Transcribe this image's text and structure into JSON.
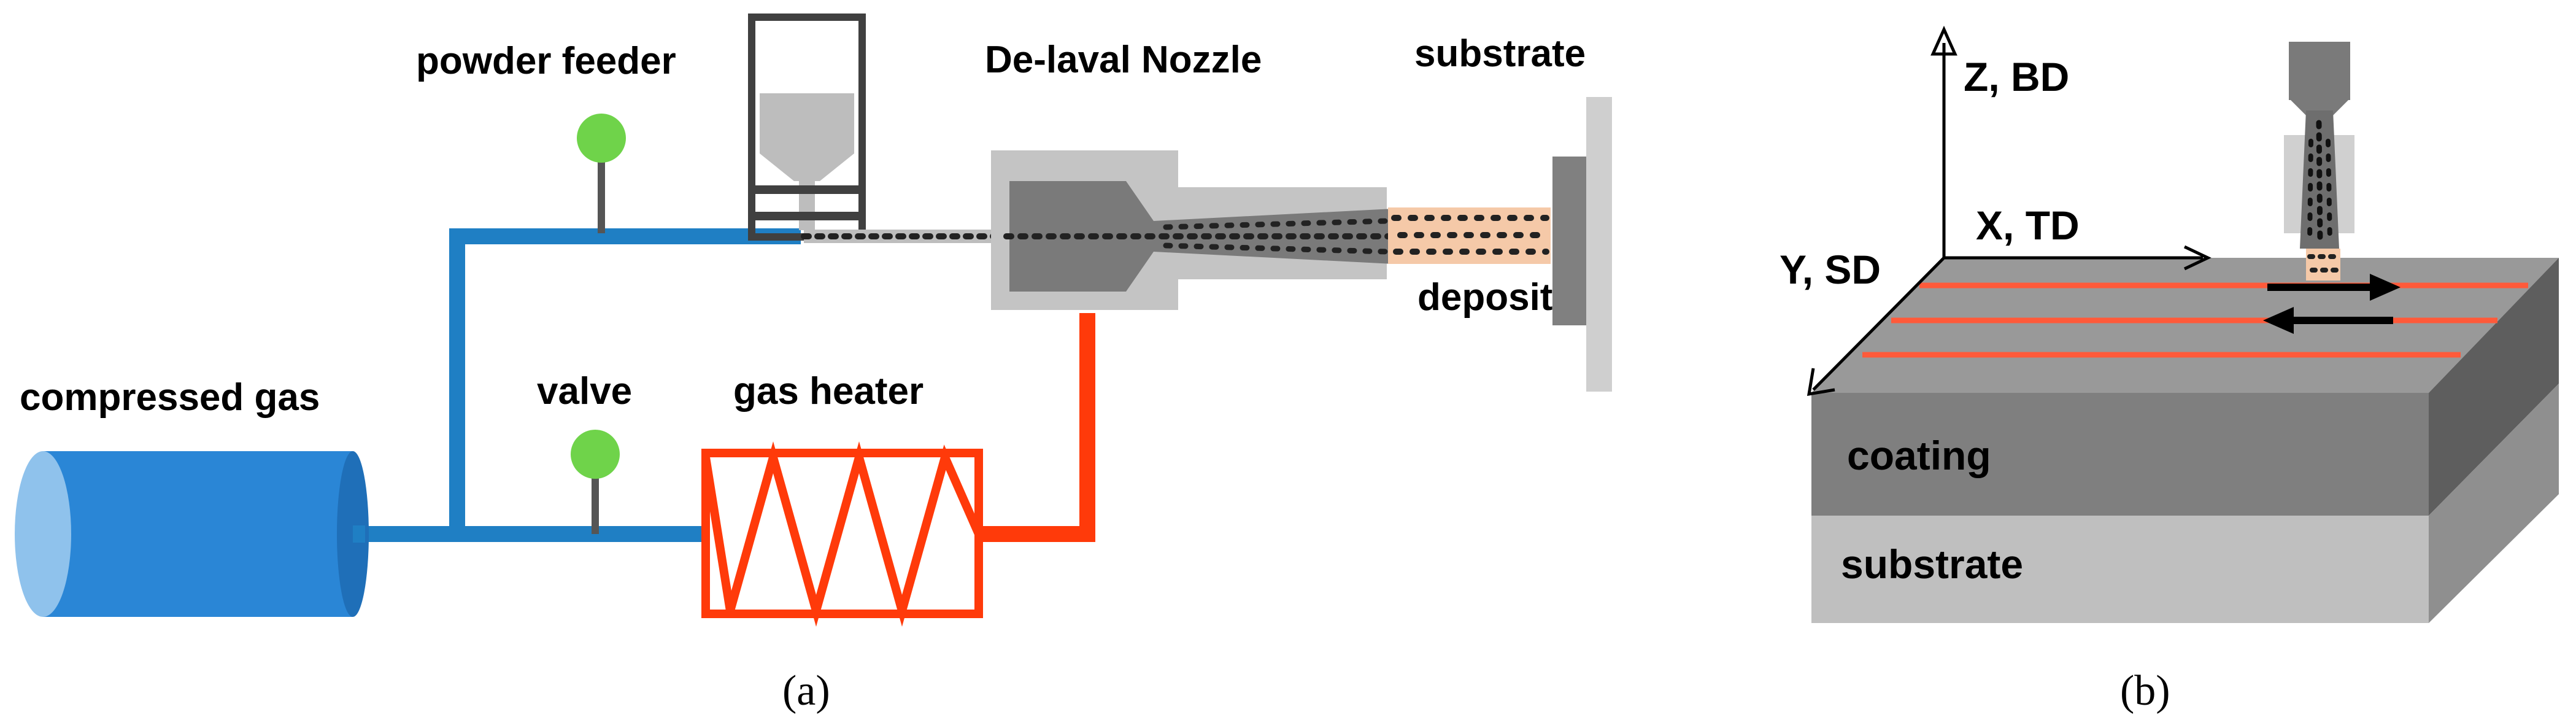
{
  "panel_a": {
    "labels": {
      "powder_feeder": "powder feeder",
      "nozzle": "De-laval Nozzle",
      "substrate": "substrate",
      "deposit": "deposit",
      "compressed_gas": "compressed gas",
      "valve": "valve",
      "gas_heater": "gas heater"
    },
    "caption": "(a)"
  },
  "panel_b": {
    "labels": {
      "z_axis": "Z, BD",
      "x_axis": "X, TD",
      "y_axis": "Y, SD",
      "coating": "coating",
      "substrate": "substrate"
    },
    "caption": "(b)"
  },
  "colors": {
    "gas_line": "#1f7fc4",
    "heated_line": "#ff3a0a",
    "valve_knob": "#6fd34a",
    "cylinder": "#2a86d6",
    "nozzle_body": "#c4c4c4",
    "deposit": "#f5c9a8",
    "coating": "#7f7f7f",
    "substrate_block": "#bfbfbf",
    "scan_track": "#ff5a3a"
  }
}
